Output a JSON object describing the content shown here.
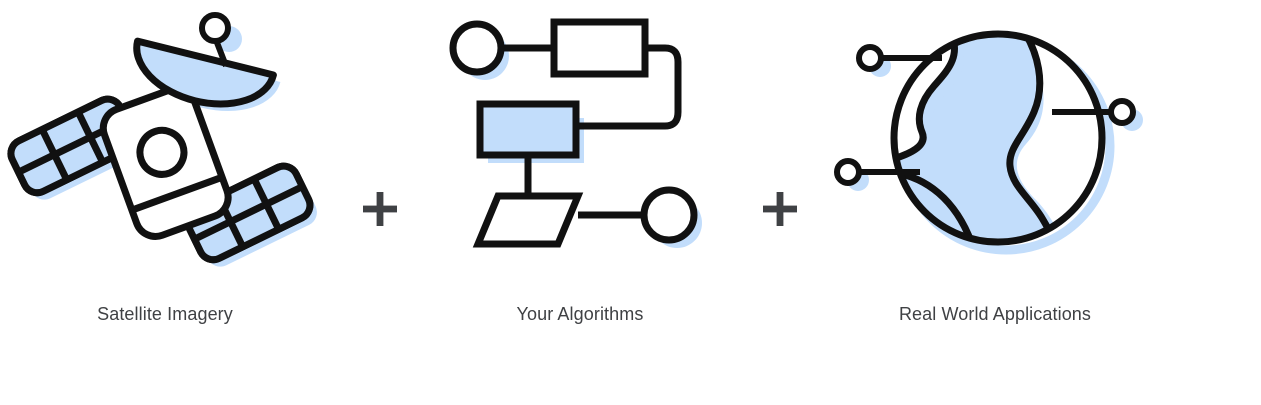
{
  "page": {
    "background_color": "#ffffff",
    "layout": "three illustrated concept panels joined by plus signs",
    "accent_blue": "#c2ddfb",
    "stroke_color": "#111111",
    "text_color": "#3f4144"
  },
  "panels": [
    {
      "id": "satellite-imagery",
      "icon_name": "satellite-icon",
      "caption": "Satellite Imagery",
      "icon_parts": [
        "dish-antenna",
        "feed-horn-circle",
        "satellite-body",
        "body-porthole-circle",
        "left-solar-panel",
        "right-solar-panel"
      ],
      "solar_panel_grid": {
        "columns": 3,
        "rows": 2
      }
    },
    {
      "id": "your-algorithms",
      "icon_name": "flowchart-icon",
      "caption": "Your Algorithms",
      "icon_parts": [
        "start-node-circle",
        "process-rectangle",
        "loop-connector",
        "highlighted-rectangle",
        "decision-parallelogram",
        "end-node-circle"
      ]
    },
    {
      "id": "real-world-applications",
      "icon_name": "globe-network-icon",
      "caption": "Real World Applications",
      "icon_parts": [
        "globe-circle",
        "continent-band",
        "node-top-left",
        "node-bottom-left",
        "node-right"
      ]
    }
  ],
  "separators": [
    {
      "id": "plus-1",
      "symbol": "+"
    },
    {
      "id": "plus-2",
      "symbol": "+"
    }
  ]
}
